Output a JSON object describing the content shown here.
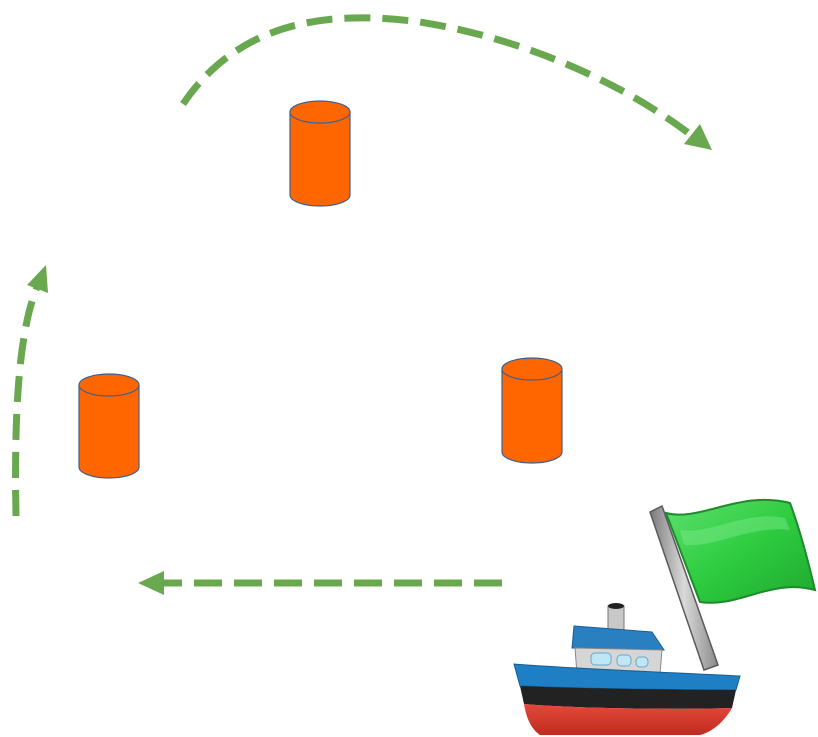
{
  "diagram": {
    "description_text": "",
    "colors": {
      "background": "#ffffff",
      "path_arrow": "#6aa84f",
      "buoy_fill": "#ff6600",
      "buoy_stroke": "#3f5f8f",
      "flag_green": "#2ecc40",
      "flag_pole": "#9e9e9e",
      "hull_blue": "#1e7fc4",
      "hull_black": "#222222",
      "hull_red": "#d93a2b",
      "cabin_gray": "#cfcfcf",
      "cabin_roof": "#2a7fc0"
    },
    "buoys": [
      {
        "id": "buoy-top",
        "shape": "cylinder"
      },
      {
        "id": "buoy-left",
        "shape": "cylinder"
      },
      {
        "id": "buoy-right",
        "shape": "cylinder"
      }
    ],
    "path_arrows": [
      {
        "id": "arrow-bottom",
        "direction": "left",
        "style": "dashed"
      },
      {
        "id": "arrow-left",
        "direction": "up",
        "style": "dashed"
      },
      {
        "id": "arrow-top",
        "direction": "right-down",
        "style": "dashed"
      }
    ],
    "boat": {
      "icon": "boat-with-green-flag-icon"
    }
  }
}
